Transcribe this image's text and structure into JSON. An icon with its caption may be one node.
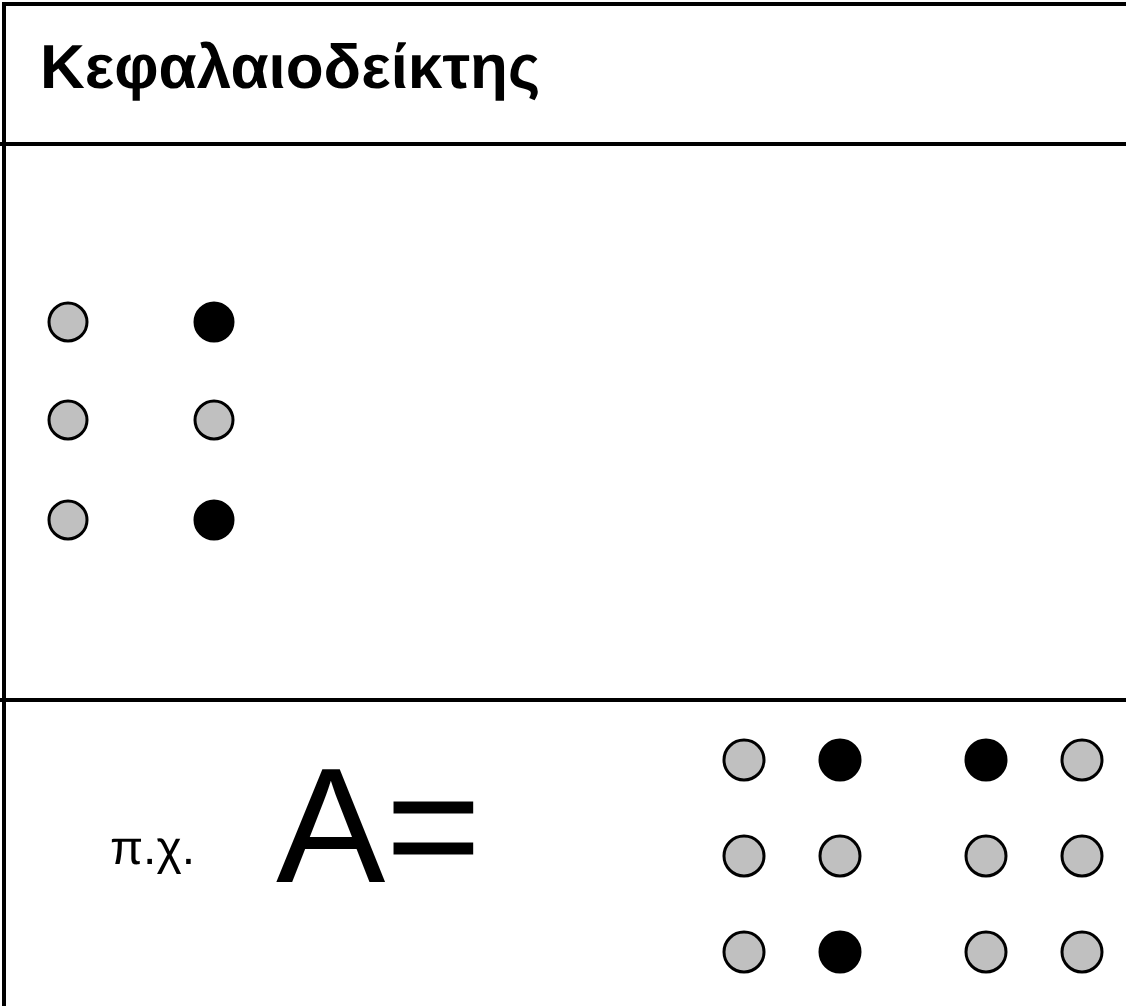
{
  "diagram": {
    "title": "Κεφαλαιοδείκτης",
    "labels": [
      "π.χ.",
      "A="
    ]
  }
}
